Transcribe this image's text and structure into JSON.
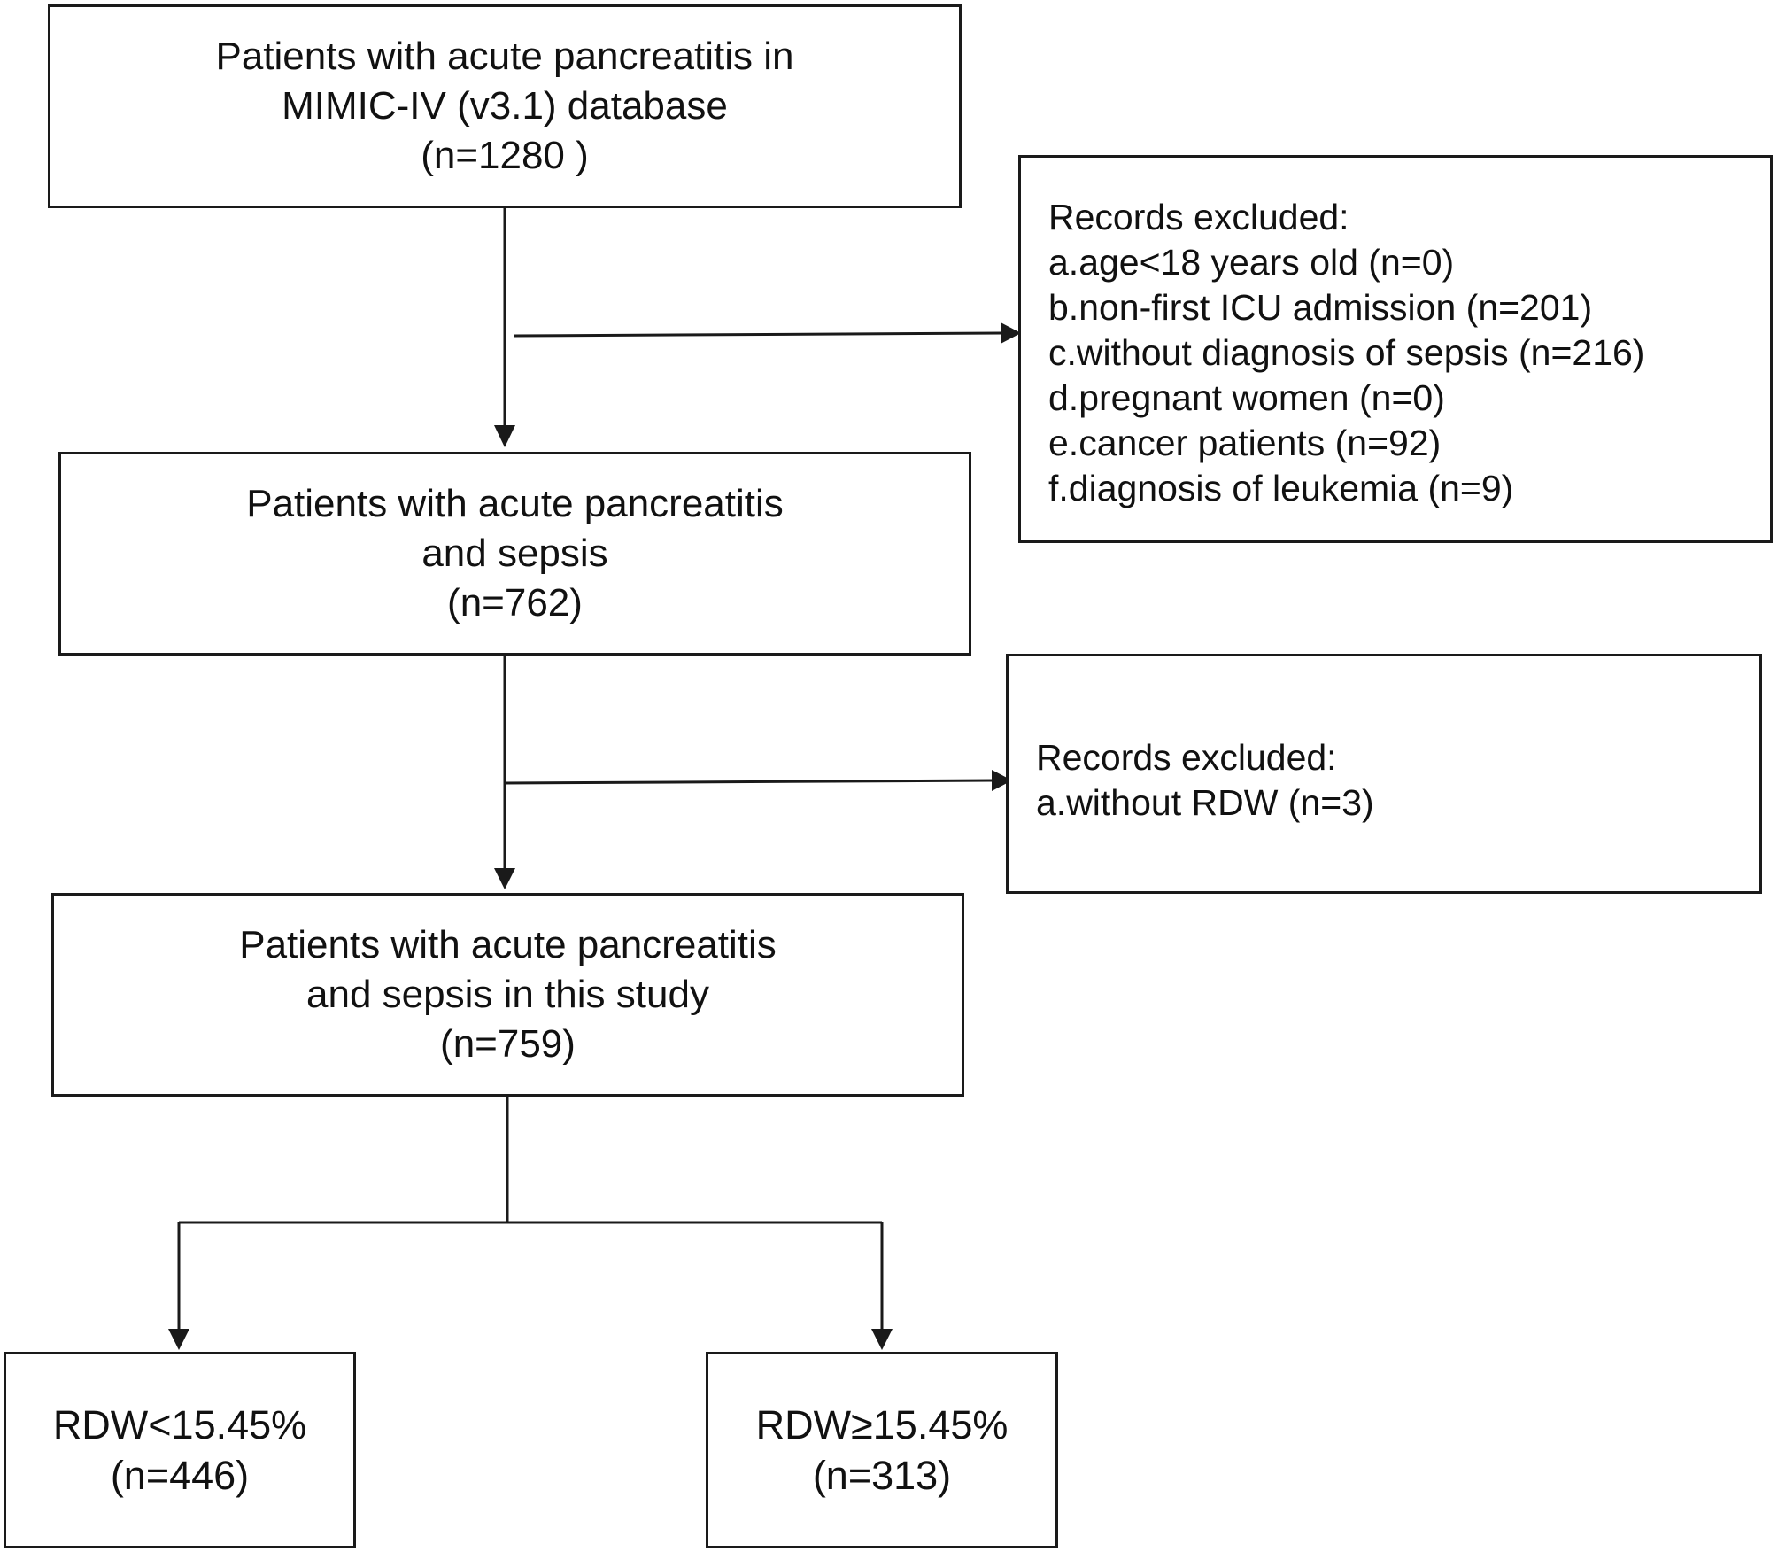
{
  "flow": {
    "box1": {
      "lines": [
        "Patients with acute pancreatitis in",
        "MIMIC-IV (v3.1) database",
        "(n=1280 )"
      ]
    },
    "exclusion1": {
      "heading": "Records excluded:",
      "items": [
        "a.age<18 years old (n=0)",
        "b.non-first ICU admission (n=201)",
        "c.without diagnosis of sepsis (n=216)",
        "d.pregnant women (n=0)",
        "e.cancer patients (n=92)",
        "f.diagnosis of leukemia (n=9)"
      ]
    },
    "box2": {
      "lines": [
        "Patients with acute pancreatitis",
        "and sepsis",
        "(n=762)"
      ]
    },
    "exclusion2": {
      "heading": "Records excluded:",
      "items": [
        "a.without RDW (n=3)"
      ]
    },
    "box3": {
      "lines": [
        "Patients with acute pancreatitis",
        "and sepsis in this study",
        "(n=759)"
      ]
    },
    "group_low": {
      "lines": [
        "RDW<15.45%",
        "(n=446)"
      ]
    },
    "group_high": {
      "lines": [
        "RDW≥15.45%",
        "(n=313)"
      ]
    }
  },
  "colors": {
    "stroke": "#1a1a1a",
    "text": "#111111",
    "background": "#ffffff"
  }
}
